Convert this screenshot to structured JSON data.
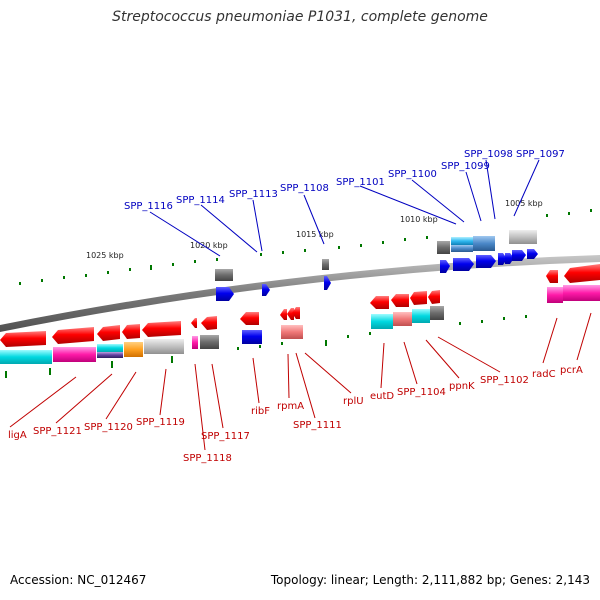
{
  "title": "Streptococcus pneumoniae P1031, complete genome",
  "accession": "Accession: NC_012467",
  "topology": "Topology: linear; Length: 2,111,882 bp; Genes: 2,143",
  "kbp_labels": [
    "1025 kbp",
    "1020 kbp",
    "1015 kbp",
    "1010 kbp",
    "1005 kbp"
  ],
  "top_labels": [
    "SPP_1116",
    "SPP_1114",
    "SPP_1113",
    "SPP_1108",
    "SPP_1101",
    "SPP_1100",
    "SPP_1099",
    "SPP_1098",
    "SPP_1097"
  ],
  "bottom_labels": [
    "ligA",
    "SPP_1121",
    "SPP_1120",
    "SPP_1119",
    "SPP_1118",
    "SPP_1117",
    "ribF",
    "rpmA",
    "SPP_1111",
    "rplU",
    "eutD",
    "SPP_1104",
    "ppnK",
    "SPP_1102",
    "radC",
    "pcrA"
  ],
  "colors": {
    "forward_gene": "#0000e0",
    "reverse_gene": "#ee0000",
    "top_label": "#0000c0",
    "bottom_label": "#c00000",
    "backbone": "#808080",
    "tick": "#007700"
  }
}
